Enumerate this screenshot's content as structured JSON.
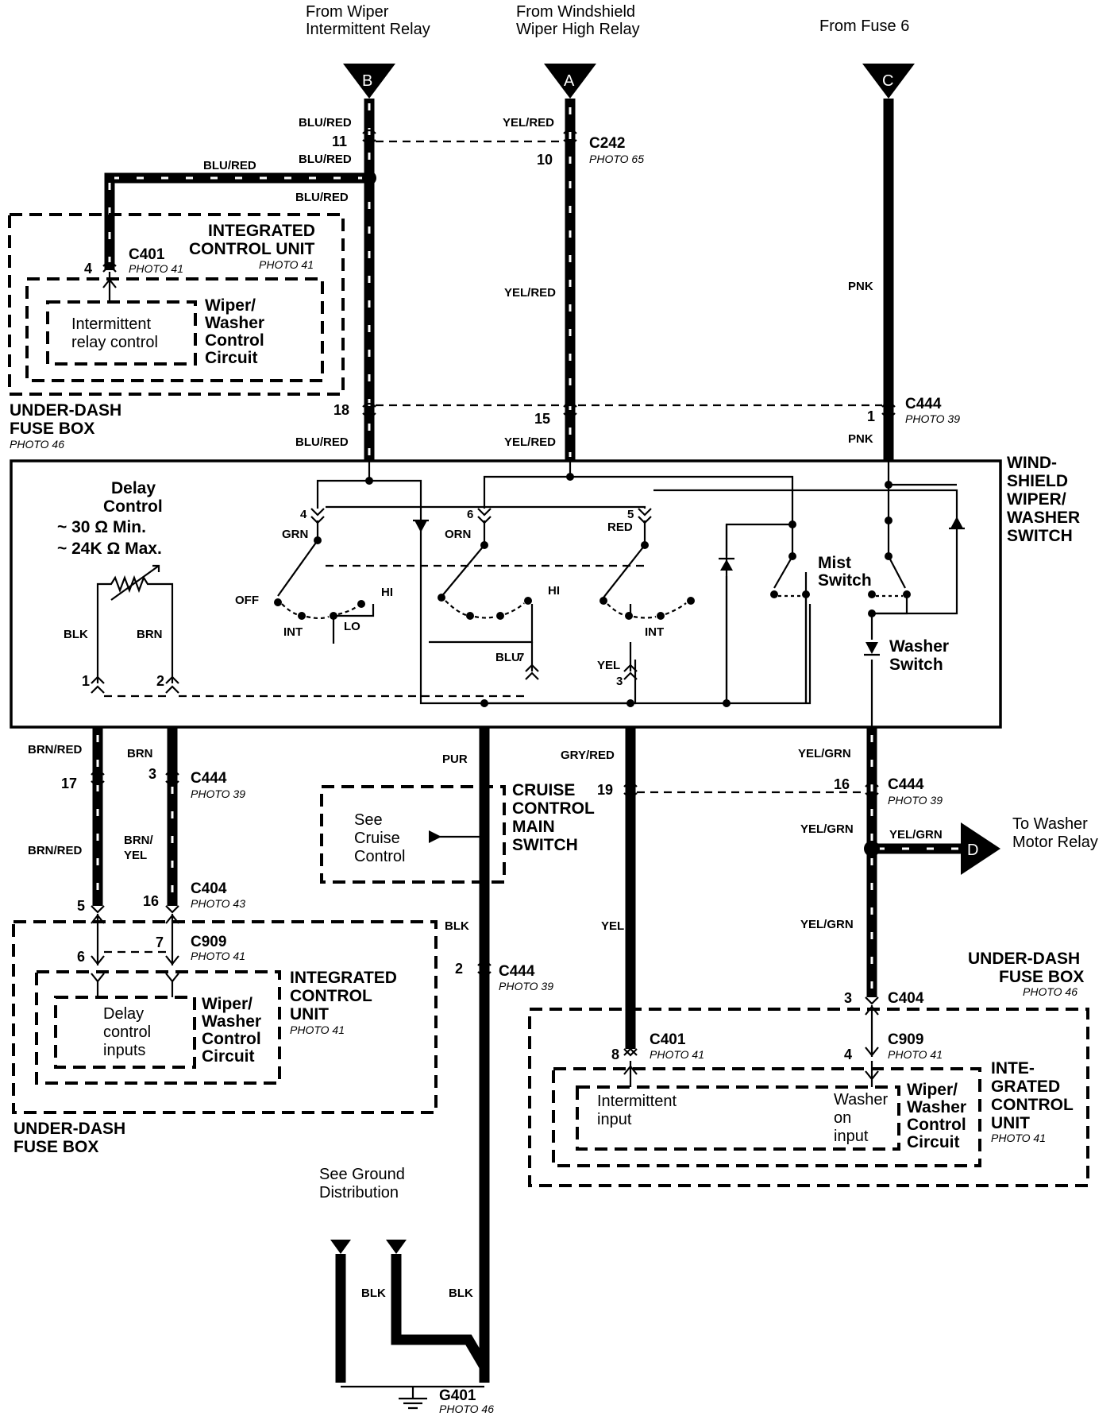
{
  "sources": {
    "b_text1": "From Wiper",
    "b_text2": "Intermittent  Relay",
    "a_text1": "From Windshield",
    "a_text2": "Wiper High Relay",
    "c_text": "From Fuse 6",
    "b_letter": "B",
    "a_letter": "A",
    "c_letter": "C",
    "d_letter": "D"
  },
  "wires": {
    "blu_red": "BLU/RED",
    "yel_red": "YEL/RED",
    "pnk": "PNK",
    "grn": "GRN",
    "orn": "ORN",
    "red": "RED",
    "blk": "BLK",
    "brn": "BRN",
    "blu": "BLU",
    "yel": "YEL",
    "brn_red": "BRN/RED",
    "pur": "PUR",
    "gry_red": "GRY/RED",
    "yel_grn": "YEL/GRN",
    "brn_yel1": "BRN/",
    "brn_yel2": "YEL"
  },
  "connectors": {
    "c242": "C242",
    "c401": "C401",
    "c444": "C444",
    "c404": "C404",
    "c909": "C909",
    "g401": "G401",
    "photo65": "PHOTO 65",
    "photo41": "PHOTO 41",
    "photo39": "PHOTO 39",
    "photo46": "PHOTO 46",
    "photo43": "PHOTO 43"
  },
  "pins": {
    "p11": "11",
    "p10": "10",
    "p4": "4",
    "p18": "18",
    "p15": "15",
    "p1": "1",
    "p6": "6",
    "p5": "5",
    "p7": "7",
    "p3": "3",
    "p2": "2",
    "p17": "17",
    "p16": "16",
    "p19": "19",
    "p8": "8"
  },
  "icu_top": {
    "title1": "INTEGRATED",
    "title2": "CONTROL UNIT",
    "inner1": "Intermittent",
    "inner2": "relay control",
    "wiper1": "Wiper/",
    "wiper2": "Washer",
    "wiper3": "Control",
    "wiper4": "Circuit",
    "fuse1": "UNDER-DASH",
    "fuse2": "FUSE BOX"
  },
  "switch": {
    "title1": "WIND-",
    "title2": "SHIELD",
    "title3": "WIPER/",
    "title4": "WASHER",
    "title5": "SWITCH",
    "delay1": "Delay",
    "delay2": "Control",
    "min": "~  30 Ω Min.",
    "max": "~ 24K Ω Max.",
    "off": "OFF",
    "int": "INT",
    "lo": "LO",
    "hi": "HI",
    "mist1": "Mist",
    "mist2": "Switch",
    "washer1": "Washer",
    "washer2": "Switch"
  },
  "cruise": {
    "see1": "See",
    "see2": "Cruise",
    "see3": "Control",
    "title1": "CRUISE",
    "title2": "CONTROL",
    "title3": "MAIN",
    "title4": "SWITCH"
  },
  "washer_relay": {
    "text1": "To Washer",
    "text2": "Motor Relay"
  },
  "icu_left": {
    "title1": "INTEGRATED",
    "title2": "CONTROL",
    "title3": "UNIT",
    "inner1": "Delay",
    "inner2": "control",
    "inner3": "inputs",
    "wiper1": "Wiper/",
    "wiper2": "Washer",
    "wiper3": "Control",
    "wiper4": "Circuit",
    "fuse1": "UNDER-DASH",
    "fuse2": "FUSE BOX"
  },
  "icu_right": {
    "fuse1": "UNDER-DASH",
    "fuse2": "FUSE BOX",
    "title1": "INTE-",
    "title2": "GRATED",
    "title3": "CONTROL",
    "title4": "UNIT",
    "int1": "Intermittent",
    "int2": "input",
    "wash1": "Washer",
    "wash2": "on",
    "wash3": "input",
    "wiper1": "Wiper/",
    "wiper2": "Washer",
    "wiper3": "Control",
    "wiper4": "Circuit"
  },
  "ground": {
    "text1": "See Ground",
    "text2": "Distribution"
  }
}
